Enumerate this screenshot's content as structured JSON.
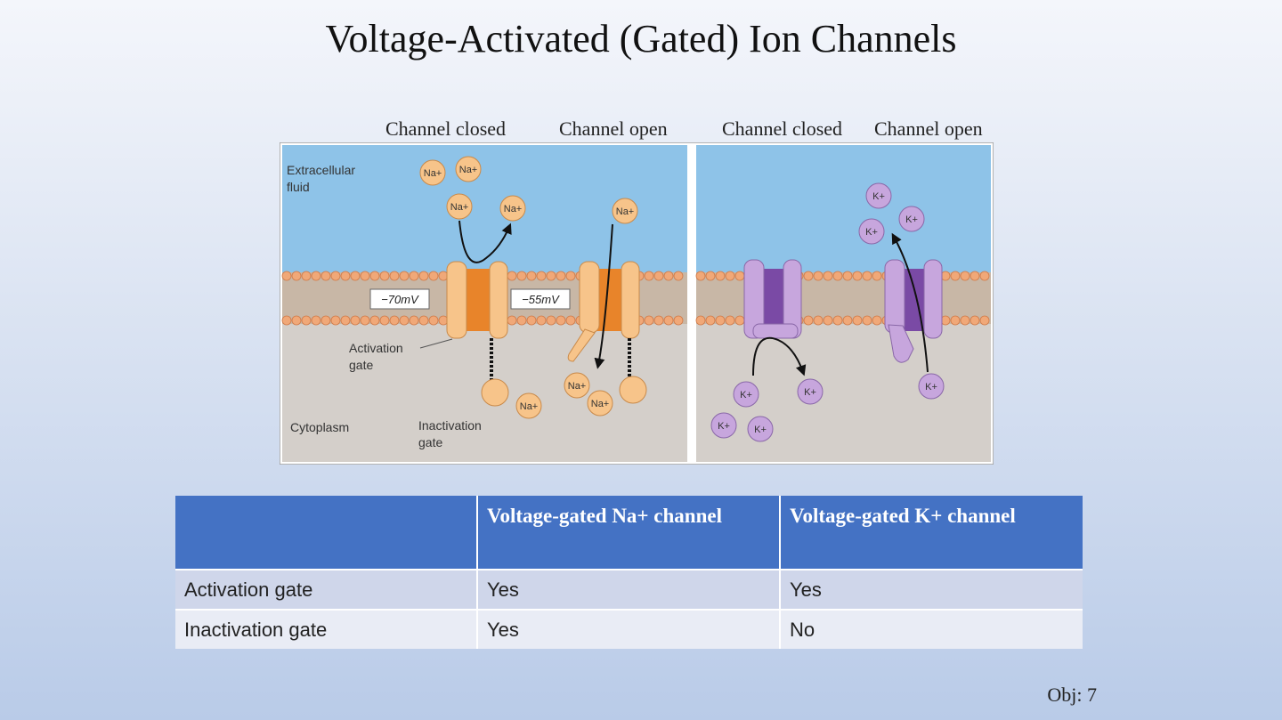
{
  "slide": {
    "title": "Voltage-Activated (Gated) Ion Channels",
    "objective": "Obj: 7"
  },
  "diagram": {
    "column_labels": [
      "Channel closed",
      "Channel open",
      "Channel closed",
      "Channel open"
    ],
    "region_labels": {
      "extracellular_line1": "Extracellular",
      "extracellular_line2": "fluid",
      "cytoplasm": "Cytoplasm"
    },
    "voltage_labels": [
      "−70mV",
      "−55mV"
    ],
    "gate_labels": {
      "activation_line1": "Activation",
      "activation_line2": "gate",
      "inactivation_line1": "Inactivation",
      "inactivation_line2": "gate"
    },
    "ions": {
      "sodium": "Na",
      "potassium": "K",
      "charge": "+"
    },
    "colors": {
      "extracellular": "#8ec3e8",
      "cytoplasm": "#d4cfca",
      "membrane": "#c8b7a6",
      "lipid_head": "#f0a878",
      "na_channel": "#f7c48a",
      "na_channel_core": "#e8842a",
      "k_channel": "#c7a6dd",
      "k_channel_core": "#7a4aa5"
    }
  },
  "table": {
    "headers": [
      "",
      "Voltage-gated  Na+ channel",
      "Voltage-gated  K+ channel"
    ],
    "rows": [
      [
        "Activation gate",
        "Yes",
        "Yes"
      ],
      [
        "Inactivation gate",
        "Yes",
        "No"
      ]
    ]
  }
}
